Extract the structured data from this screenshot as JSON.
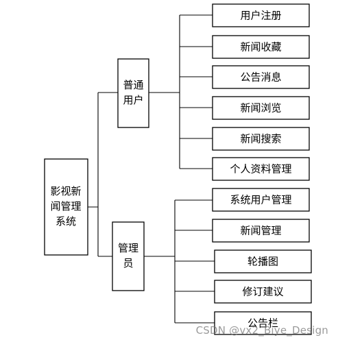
{
  "diagram": {
    "root": {
      "lines": [
        "影视新",
        "闻管理",
        "系统"
      ]
    },
    "groups": [
      {
        "lines": [
          "普通",
          "用户"
        ],
        "children": [
          "用户注册",
          "新闻收藏",
          "公告消息",
          "新闻浏览",
          "新闻搜索",
          "个人资料管理"
        ]
      },
      {
        "lines": [
          "管理",
          "员"
        ],
        "children": [
          "系统用户管理",
          "新闻管理",
          "轮播图",
          "修订建议",
          "公告栏"
        ]
      }
    ]
  },
  "watermark": "CSDN @vx2_Biye_Design"
}
